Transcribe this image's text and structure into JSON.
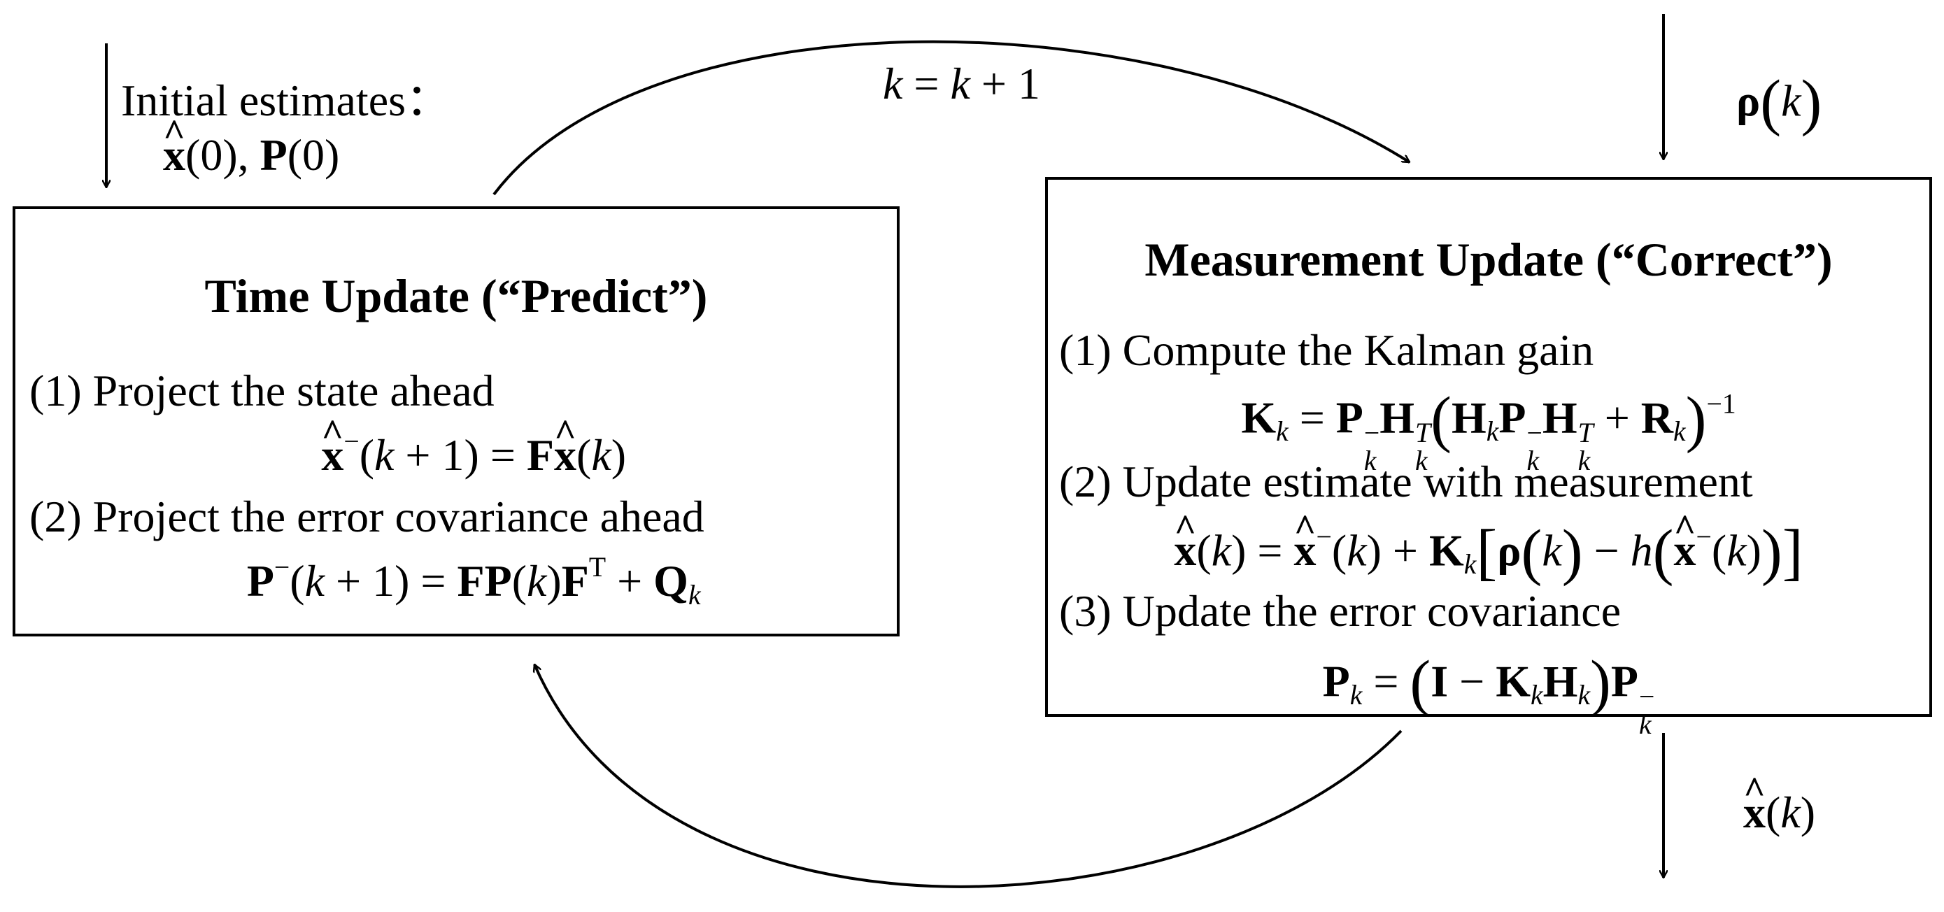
{
  "diagram": {
    "initial_label": "Initial estimates：",
    "time_update": {
      "title": "Time Update (“Predict”)",
      "step1": "(1) Project the state ahead",
      "step2": "(2) Project the error covariance ahead"
    },
    "measurement_update": {
      "title": "Measurement Update (“Correct”)",
      "step1": "(1) Compute the Kalman gain",
      "step2": "(2) Update estimate with measurement",
      "step3": "(3) Update the error covariance"
    },
    "loop_label": "k = k + 1"
  }
}
